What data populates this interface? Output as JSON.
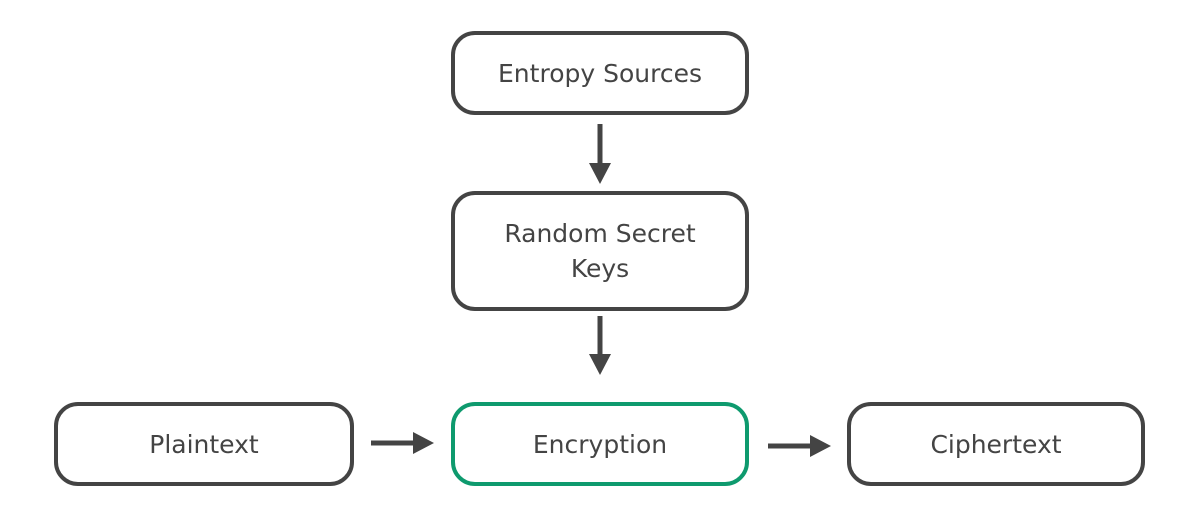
{
  "colors": {
    "node_border": "#444444",
    "highlight_border": "#0e9a6e",
    "arrow": "#444444",
    "text": "#444444"
  },
  "nodes": {
    "entropy_sources": {
      "label": "Entropy Sources"
    },
    "random_secret_keys": {
      "label": "Random Secret\nKeys"
    },
    "plaintext": {
      "label": "Plaintext"
    },
    "encryption": {
      "label": "Encryption",
      "highlighted": true
    },
    "ciphertext": {
      "label": "Ciphertext"
    }
  },
  "edges": [
    {
      "from": "entropy_sources",
      "to": "random_secret_keys"
    },
    {
      "from": "random_secret_keys",
      "to": "encryption"
    },
    {
      "from": "plaintext",
      "to": "encryption"
    },
    {
      "from": "encryption",
      "to": "ciphertext"
    }
  ]
}
